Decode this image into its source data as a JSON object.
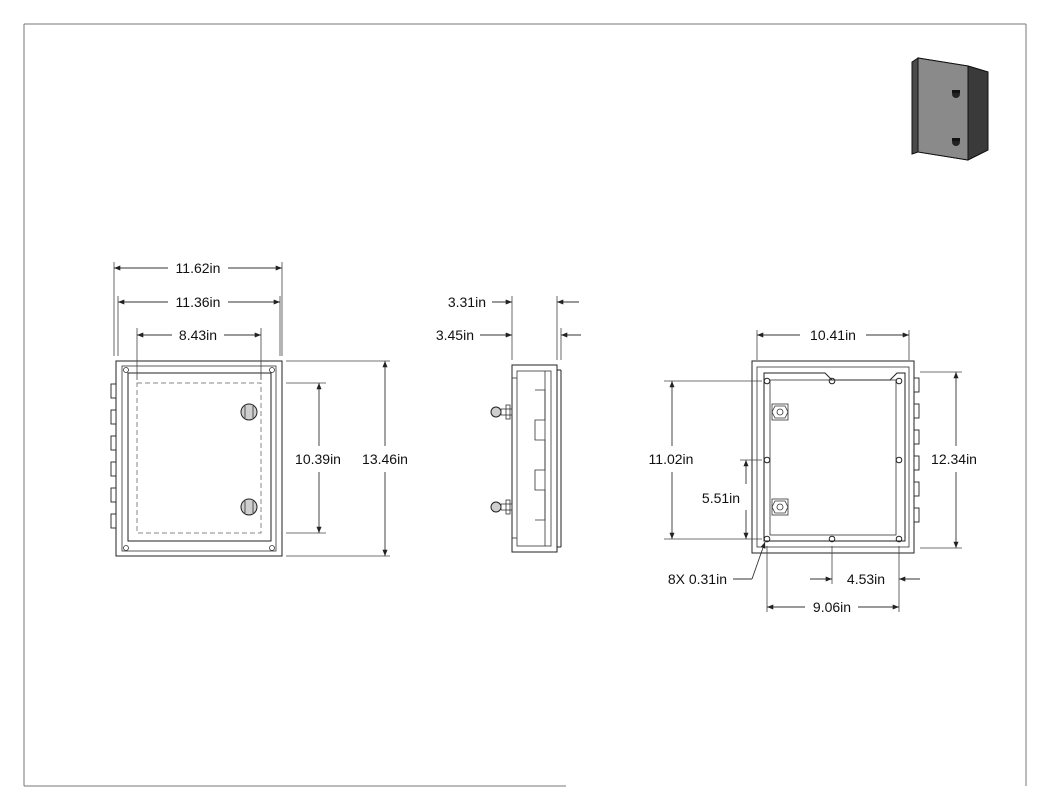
{
  "dimensions": {
    "front_outer_width": "11.62in",
    "front_body_width": "11.36in",
    "front_window_width": "8.43in",
    "front_window_height": "10.39in",
    "front_overall_height": "13.46in",
    "side_depth_a": "3.31in",
    "side_depth_b": "3.45in",
    "back_hole_width": "10.41in",
    "back_hole_height": "11.02in",
    "back_hole_half_height": "5.51in",
    "back_overall_height": "12.34in",
    "back_hole_count_dia": "8X 0.31in",
    "back_hole_half_width": "4.53in",
    "back_hole_spacing": "9.06in"
  },
  "icons": {
    "thumbnail": "enclosure-3d-thumbnail-icon",
    "latch": "latch-knob-icon",
    "key": "key-lock-icon",
    "hole": "mounting-hole-icon"
  },
  "colors": {
    "line": "#222222",
    "hidden_line": "#888888",
    "thumbnail_face": "#7a7a7a",
    "background": "#ffffff"
  }
}
